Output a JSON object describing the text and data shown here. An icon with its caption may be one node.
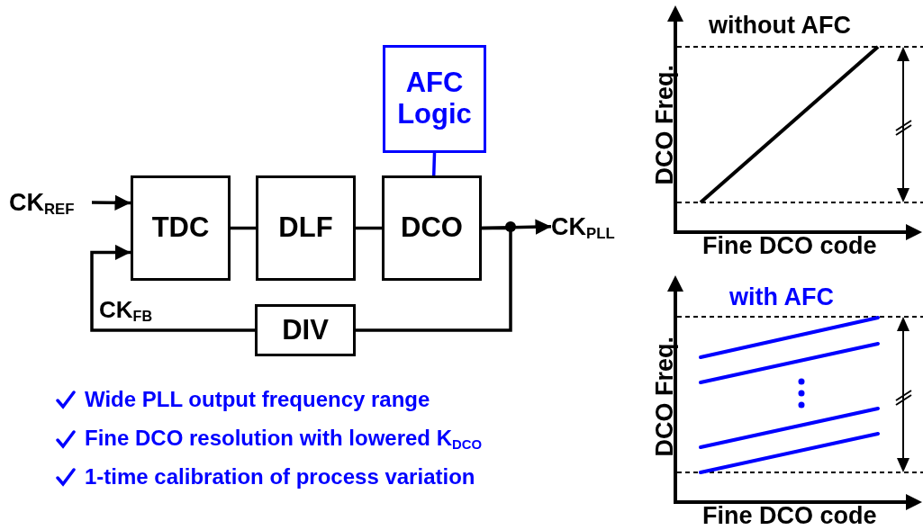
{
  "diagram": {
    "nodes": [
      {
        "text": [
          "AFC Logic"
        ]
      },
      {
        "text": [
          "TDC"
        ]
      },
      {
        "text": [
          "DLF"
        ]
      },
      {
        "text": [
          "DCO"
        ]
      },
      {
        "text": [
          "DIV"
        ]
      },
      {
        "text": [
          "CK$_{REF}$"
        ]
      },
      {
        "text": [
          "CK$_{PLL}$"
        ]
      }
    ],
    "edges": [
      {
        "from": 5,
        "to": 1,
        "arrow": "to"
      },
      {
        "from": 1,
        "to": 2,
        "arrow": "none"
      },
      {
        "from": 2,
        "to": 3,
        "arrow": "none"
      },
      {
        "from": 0,
        "to": 3,
        "arrow": "none",
        "color": "#0000ff"
      },
      {
        "from": 3,
        "to": 6,
        "arrow": "to"
      },
      {
        "from": 3,
        "to": 4,
        "arrow": "none"
      },
      {
        "from": 4,
        "to": 1,
        "arrow": "to",
        "label": "CK$_{FB}$"
      }
    ],
    "labels": [
      "without AFC",
      "DCO Freq.",
      "Fine DCO code",
      "with AFC",
      "DCO Freq.",
      "Fine DCO code",
      "Wide PLL output frequency range",
      "Fine DCO resolution with lowered K$_{DCO}$",
      "1-time calibration of process variation"
    ]
  }
}
